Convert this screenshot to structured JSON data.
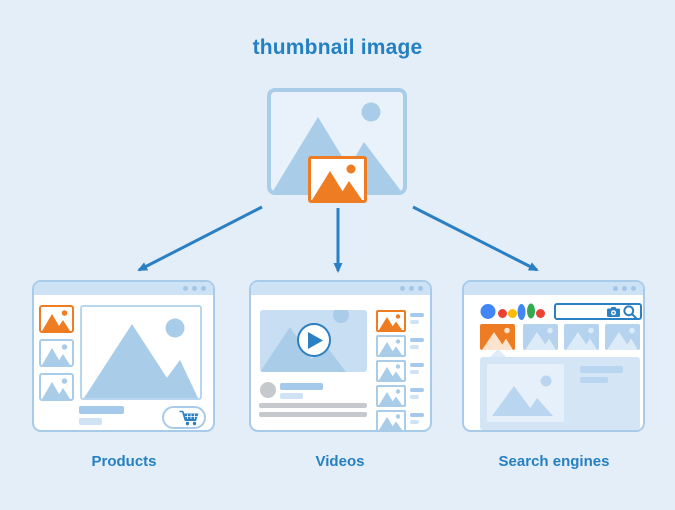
{
  "title": "thumbnail image",
  "labels": {
    "products": "Products",
    "videos": "Videos",
    "search_engines": "Search engines"
  },
  "edges": [
    {
      "from": "thumbnail image",
      "to": "Products"
    },
    {
      "from": "thumbnail image",
      "to": "Videos"
    },
    {
      "from": "thumbnail image",
      "to": "Search engines"
    }
  ],
  "colors": {
    "background": "#e4eef9",
    "heading_blue": "#2580c2",
    "arrow_blue": "#2b7fc3",
    "placeholder_blue": "#a9cce9",
    "pale_blue": "#cfe3f5",
    "window_border": "#a8cbe9",
    "window_header": "#cde2f5",
    "highlight_orange": "#ee7c22",
    "neutral_gray": "#c5c9ce",
    "google_blue": "#4285f4",
    "google_red": "#ea4335",
    "google_yellow": "#fbbc05",
    "google_green": "#34a853"
  }
}
